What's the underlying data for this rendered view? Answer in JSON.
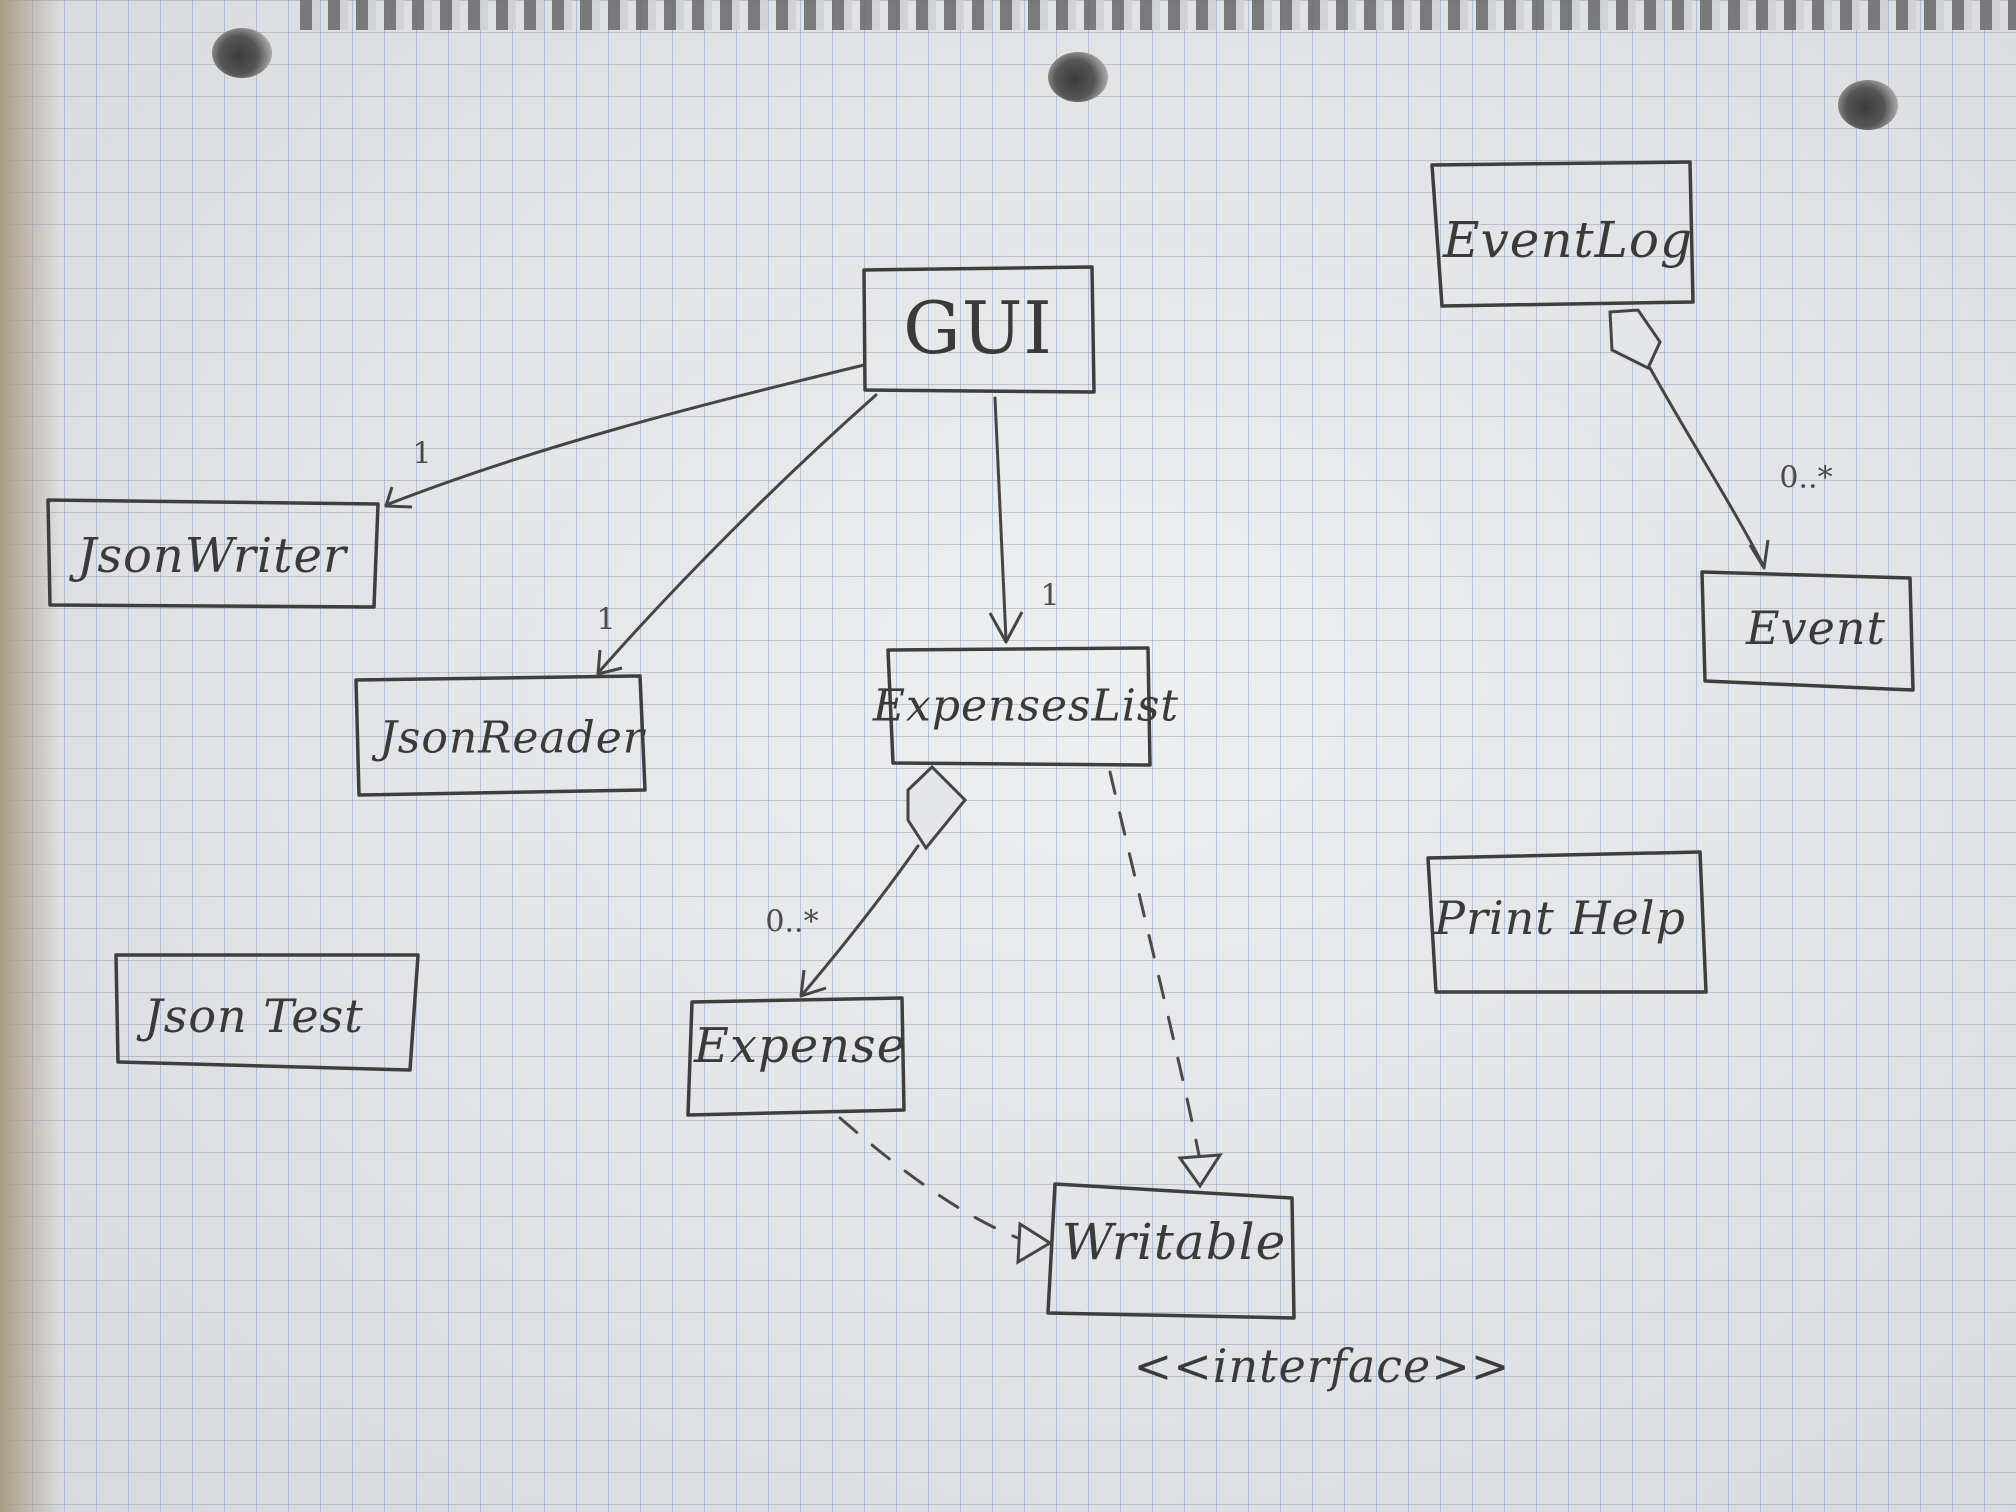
{
  "classes": {
    "gui": "GUI",
    "event_log": "EventLog",
    "json_writer": "JsonWriter",
    "json_reader": "JsonReader",
    "expenses_list": "ExpensesList",
    "event": "Event",
    "json_test": "Json Test",
    "print_help": "Print Help",
    "expense": "Expense",
    "writable": "Writable"
  },
  "stereotype": "<<interface>>",
  "multiplicities": {
    "gui_json_writer": "1",
    "gui_json_reader": "1",
    "gui_expenses_list": "1",
    "expenses_list_expense": "0..*",
    "event_log_event": "0..*"
  }
}
